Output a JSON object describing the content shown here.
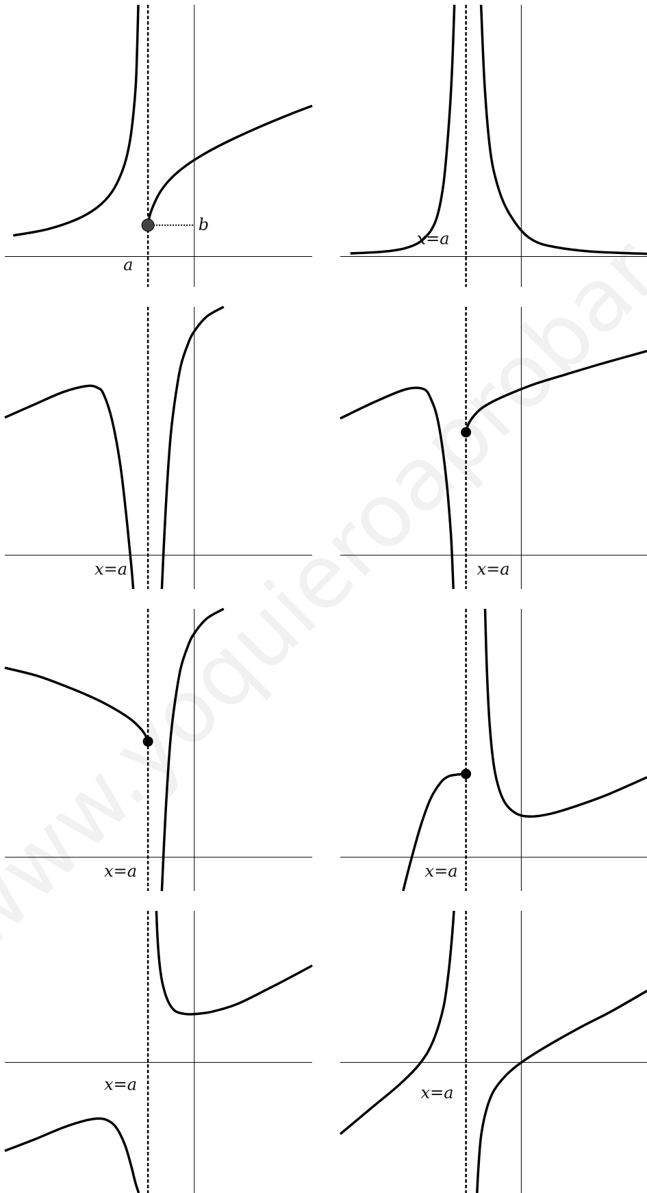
{
  "watermark": "www.yoquieroaprobar.es",
  "colors": {
    "curve": "#000000",
    "axis": "#000000",
    "point_fill_first": "#444444",
    "point_fill": "#000000"
  },
  "chart_data": [
    {
      "type": "line",
      "id": "g1",
      "xlim": [
        -4.5,
        2.8
      ],
      "ylim": [
        -0.8,
        6.6
      ],
      "asymptote_x": -1.1,
      "labels": {
        "asymptote": "a",
        "point": "b"
      },
      "series": [
        {
          "x": [
            -4.3,
            -3.5,
            -2.8,
            -2.3,
            -1.95,
            -1.7,
            -1.55,
            -1.45,
            -1.38,
            -1.33
          ],
          "y": [
            0.55,
            0.71,
            0.97,
            1.29,
            1.7,
            2.27,
            2.89,
            3.7,
            4.7,
            6.6
          ]
        },
        {
          "x": [
            -1.1,
            -1.05,
            -0.95,
            -0.8,
            -0.55,
            -0.2,
            0.3,
            0.9,
            1.6,
            2.3,
            2.8
          ],
          "y": [
            0.82,
            1.1,
            1.39,
            1.71,
            2.05,
            2.38,
            2.73,
            3.07,
            3.42,
            3.74,
            3.95
          ]
        }
      ],
      "points": [
        {
          "x": -1.1,
          "y": 0.82,
          "fill": "#444444",
          "guide_to_x": 0
        }
      ]
    },
    {
      "type": "line",
      "id": "g2",
      "xlim": [
        -3.6,
        2.5
      ],
      "ylim": [
        -0.8,
        6.6
      ],
      "asymptote_x": -1.1,
      "labels": {
        "asymptote": "x=a"
      },
      "series": [
        {
          "x": [
            -3.4,
            -2.8,
            -2.3,
            -1.95,
            -1.7,
            -1.55,
            -1.45,
            -1.38,
            -1.33
          ],
          "y": [
            0.08,
            0.12,
            0.22,
            0.45,
            0.94,
            1.88,
            3.3,
            4.8,
            6.6
          ]
        },
        {
          "x": [
            -0.8,
            -0.73,
            -0.62,
            -0.48,
            -0.3,
            0,
            0.3,
            0.7,
            1.3,
            2.0,
            2.5
          ],
          "y": [
            6.6,
            4.5,
            2.8,
            1.9,
            1.27,
            0.68,
            0.38,
            0.24,
            0.14,
            0.09,
            0.07
          ]
        }
      ]
    },
    {
      "type": "line",
      "id": "g3",
      "xlim": [
        -4.5,
        2.8
      ],
      "ylim": [
        -0.8,
        5.9
      ],
      "asymptote_x": -1.1,
      "labels": {
        "asymptote": "x=a"
      },
      "series": [
        {
          "x": [
            -4.5,
            -3.8,
            -3.1,
            -2.55,
            -2.3,
            -2.15,
            -1.95,
            -1.75,
            -1.6,
            -1.5,
            -1.45
          ],
          "y": [
            3.27,
            3.58,
            3.88,
            4.02,
            3.98,
            3.82,
            3.2,
            2.1,
            0.8,
            -0.2,
            -0.8
          ]
        },
        {
          "x": [
            -0.77,
            -0.72,
            -0.65,
            -0.56,
            -0.45,
            -0.32,
            -0.15,
            0,
            0.3,
            0.7
          ],
          "y": [
            -0.8,
            0.3,
            1.6,
            2.85,
            3.75,
            4.5,
            5.02,
            5.32,
            5.67,
            5.9
          ]
        }
      ]
    },
    {
      "type": "line",
      "id": "g4",
      "xlim": [
        -3.6,
        2.5
      ],
      "ylim": [
        -0.8,
        5.9
      ],
      "asymptote_x": -1.1,
      "labels": {
        "asymptote": "x=a"
      },
      "series": [
        {
          "x": [
            -3.6,
            -2.9,
            -2.3,
            -1.95,
            -1.8,
            -1.65,
            -1.5,
            -1.4,
            -1.35
          ],
          "y": [
            3.25,
            3.65,
            3.94,
            3.95,
            3.72,
            3.15,
            1.9,
            0.5,
            -0.8
          ]
        },
        {
          "x": [
            -1.1,
            -1.05,
            -0.95,
            -0.8,
            -0.55,
            -0.2,
            0.3,
            0.9,
            1.6,
            2.5
          ],
          "y": [
            2.92,
            3.12,
            3.3,
            3.48,
            3.66,
            3.85,
            4.08,
            4.3,
            4.55,
            4.85
          ]
        }
      ],
      "points": [
        {
          "x": -1.1,
          "y": 2.92,
          "fill": "#000000"
        }
      ]
    },
    {
      "type": "line",
      "id": "g5",
      "xlim": [
        -4.5,
        2.8
      ],
      "ylim": [
        -0.8,
        5.9
      ],
      "asymptote_x": -1.1,
      "labels": {
        "asymptote": "x=a"
      },
      "series": [
        {
          "x": [
            -4.5,
            -3.7,
            -2.9,
            -2.3,
            -1.85,
            -1.5,
            -1.28,
            -1.16,
            -1.1
          ],
          "y": [
            4.5,
            4.3,
            4.0,
            3.74,
            3.5,
            3.27,
            3.06,
            2.9,
            2.75
          ]
        },
        {
          "x": [
            -0.77,
            -0.72,
            -0.65,
            -0.56,
            -0.45,
            -0.32,
            -0.15,
            0,
            0.3,
            0.7
          ],
          "y": [
            -0.8,
            0.3,
            1.6,
            2.85,
            3.75,
            4.5,
            5.02,
            5.32,
            5.67,
            5.9
          ]
        }
      ],
      "points": [
        {
          "x": -1.1,
          "y": 2.75,
          "fill": "#000000"
        }
      ]
    },
    {
      "type": "line",
      "id": "g6",
      "xlim": [
        -3.6,
        2.5
      ],
      "ylim": [
        -0.8,
        5.9
      ],
      "asymptote_x": -1.1,
      "labels": {
        "asymptote": "x=a"
      },
      "series": [
        {
          "x": [
            -2.35,
            -2.2,
            -2.0,
            -1.8,
            -1.6,
            -1.45,
            -1.3,
            -1.1
          ],
          "y": [
            -0.8,
            -0.1,
            0.75,
            1.4,
            1.78,
            1.92,
            1.96,
            1.98
          ]
        },
        {
          "x": [
            -0.72,
            -0.68,
            -0.62,
            -0.52,
            -0.35,
            -0.1,
            0.2,
            0.6,
            1.1,
            1.7,
            2.5
          ],
          "y": [
            5.9,
            4.3,
            3.0,
            2.0,
            1.35,
            1.04,
            0.97,
            1.04,
            1.22,
            1.48,
            1.9
          ]
        }
      ],
      "points": [
        {
          "x": -1.1,
          "y": 1.98,
          "fill": "#000000"
        }
      ]
    },
    {
      "type": "line",
      "id": "g7",
      "xlim": [
        -4.5,
        2.8
      ],
      "ylim": [
        -3.1,
        3.6
      ],
      "asymptote_x": -1.1,
      "labels": {
        "asymptote": "x=a"
      },
      "series": [
        {
          "x": [
            -4.5,
            -3.8,
            -3.1,
            -2.55,
            -2.25,
            -2.05,
            -1.85,
            -1.65,
            -1.5,
            -1.4,
            -1.32
          ],
          "y": [
            -2.1,
            -1.83,
            -1.54,
            -1.37,
            -1.33,
            -1.38,
            -1.55,
            -1.95,
            -2.45,
            -2.85,
            -3.1
          ]
        },
        {
          "x": [
            -0.9,
            -0.87,
            -0.82,
            -0.75,
            -0.62,
            -0.45,
            -0.2,
            0,
            0.4,
            1.0,
            1.7,
            2.3,
            2.8
          ],
          "y": [
            3.6,
            2.9,
            2.3,
            1.85,
            1.45,
            1.22,
            1.15,
            1.15,
            1.2,
            1.38,
            1.72,
            2.03,
            2.3
          ]
        }
      ]
    },
    {
      "type": "line",
      "id": "g8",
      "xlim": [
        -3.6,
        2.5
      ],
      "ylim": [
        -3.1,
        3.6
      ],
      "asymptote_x": -1.1,
      "labels": {
        "asymptote": "x=a"
      },
      "series": [
        {
          "x": [
            -3.6,
            -3.0,
            -2.4,
            -2.0,
            -1.75,
            -1.55,
            -1.45,
            -1.38,
            -1.34
          ],
          "y": [
            -1.7,
            -1.1,
            -0.5,
            0,
            0.52,
            1.3,
            2.1,
            2.95,
            3.6
          ]
        },
        {
          "x": [
            -0.88,
            -0.85,
            -0.8,
            -0.7,
            -0.55,
            -0.3,
            0,
            0.5,
            1.2,
            1.8,
            2.5
          ],
          "y": [
            -3.1,
            -2.45,
            -1.75,
            -1.15,
            -0.68,
            -0.3,
            0,
            0.38,
            0.85,
            1.22,
            1.7
          ]
        }
      ]
    }
  ]
}
